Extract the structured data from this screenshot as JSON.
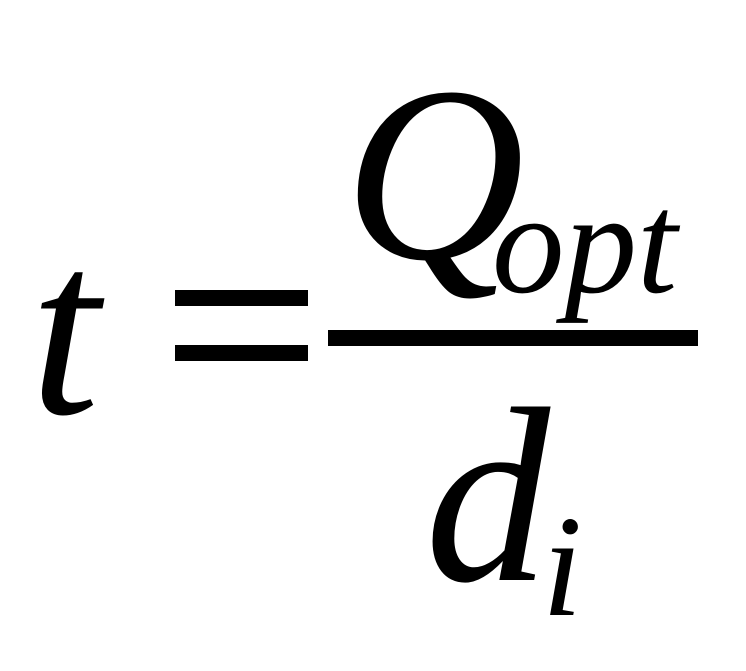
{
  "equation": {
    "lhs": "t",
    "equals_symbol": "=",
    "numerator": {
      "symbol": "Q",
      "subscript": "opt"
    },
    "denominator": {
      "symbol": "d",
      "subscript": "i"
    }
  },
  "colors": {
    "text": "#000000",
    "background": "#ffffff"
  }
}
